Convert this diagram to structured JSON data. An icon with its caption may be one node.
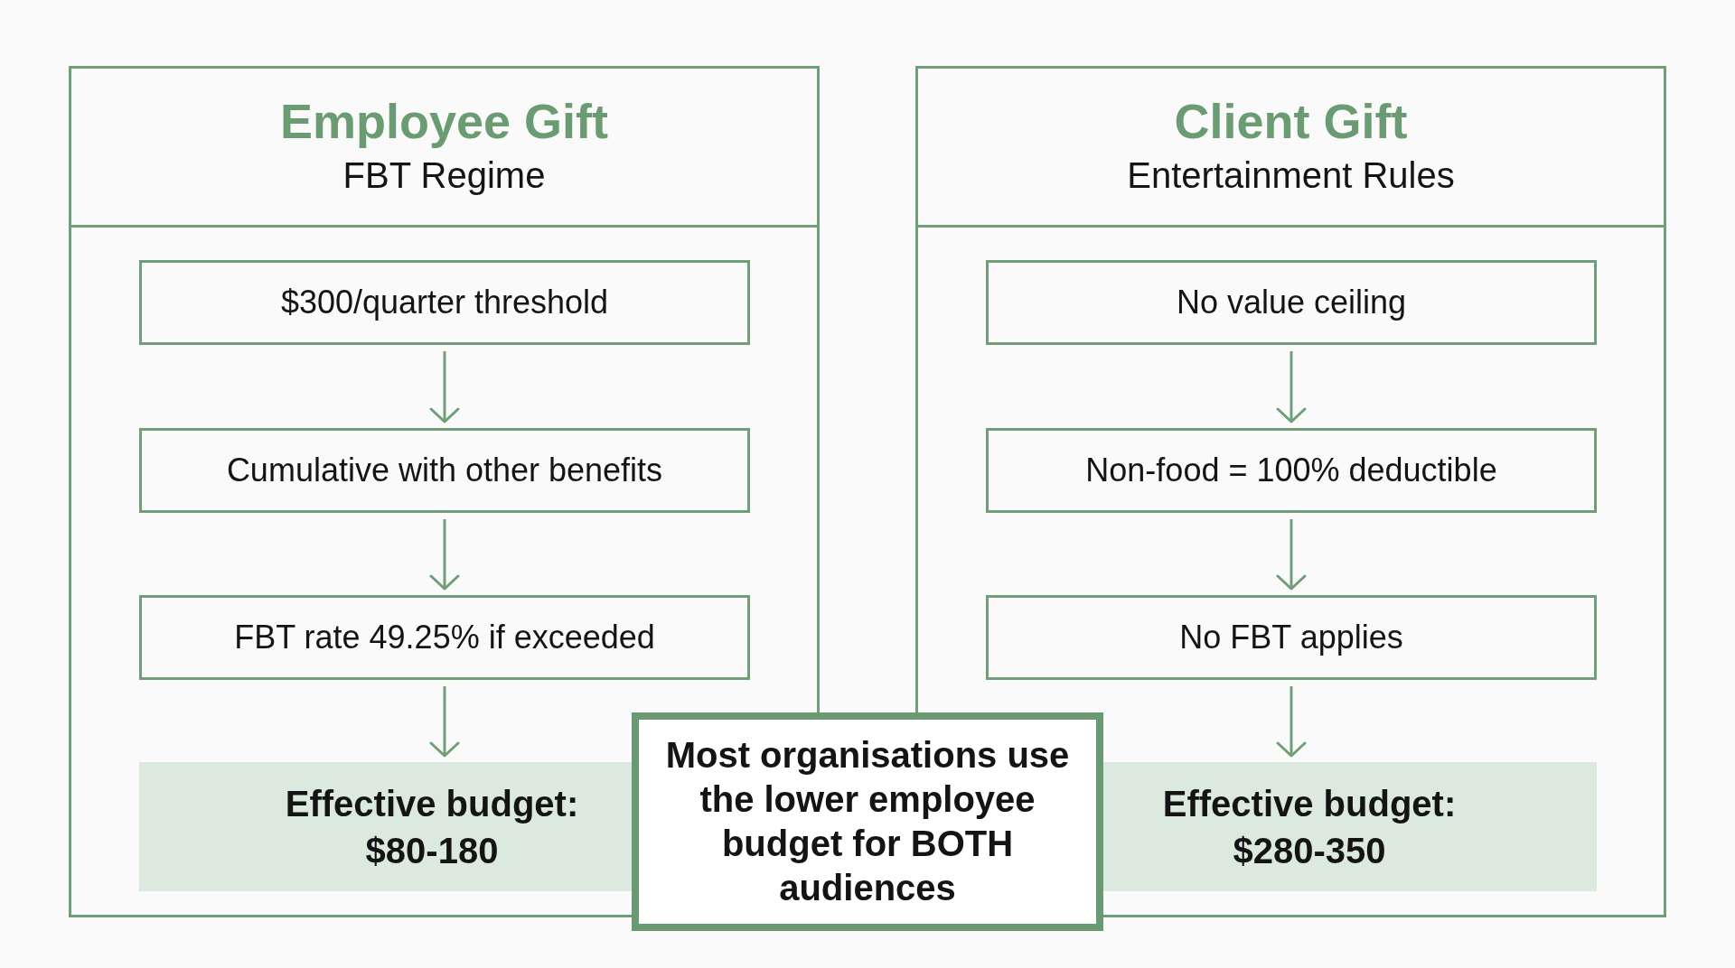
{
  "diagram": {
    "nodes": [
      {
        "text": [
          "Employee Gift",
          "FBT Regime"
        ]
      },
      {
        "text": [
          "$300/quarter threshold"
        ],
        "in": 0
      },
      {
        "text": [
          "Cumulative with other benefits"
        ],
        "in": 0
      },
      {
        "text": [
          "FBT rate 49.25% if exceeded"
        ],
        "in": 0
      },
      {
        "text": [
          "Effective budget:",
          "$80-180"
        ],
        "in": 0
      },
      {
        "text": [
          "Client Gift",
          "Entertainment Rules"
        ]
      },
      {
        "text": [
          "No value ceiling"
        ],
        "in": 5
      },
      {
        "text": [
          "Non-food = 100% deductible"
        ],
        "in": 5
      },
      {
        "text": [
          "No FBT applies"
        ],
        "in": 5
      },
      {
        "text": [
          "Effective budget:",
          "$280-350"
        ],
        "in": 5
      },
      {
        "text": [
          "Most organisations use the lower employee budget for BOTH audiences"
        ]
      }
    ],
    "edges": [
      {
        "from": 1,
        "to": 2,
        "arrow": "to"
      },
      {
        "from": 2,
        "to": 3,
        "arrow": "to"
      },
      {
        "from": 3,
        "to": 4,
        "arrow": "to"
      },
      {
        "from": 6,
        "to": 7,
        "arrow": "to"
      },
      {
        "from": 7,
        "to": 8,
        "arrow": "to"
      },
      {
        "from": 8,
        "to": 9,
        "arrow": "to"
      }
    ]
  }
}
